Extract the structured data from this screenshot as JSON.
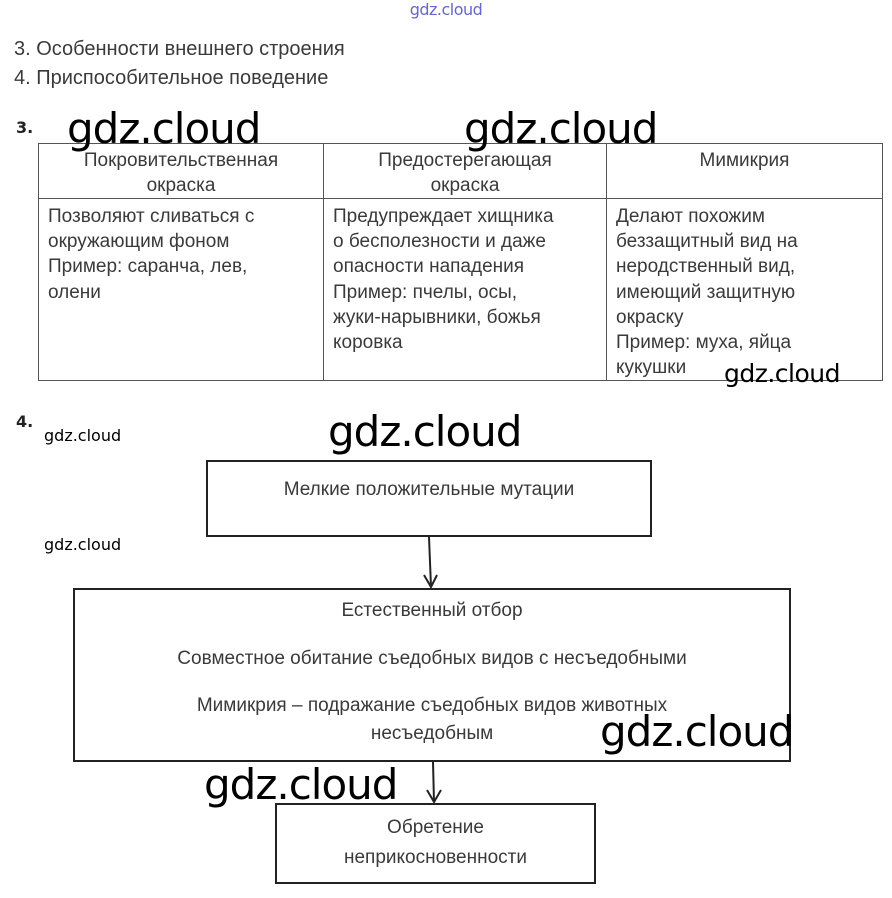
{
  "watermark": {
    "header": "gdz.cloud",
    "text": "gdz.cloud"
  },
  "intro_list": [
    "3. Особенности внешнего строения",
    "4. Приспособительное поведение"
  ],
  "section3": {
    "number": "3.",
    "table": {
      "headers": [
        [
          "Покровительственная",
          "окраска"
        ],
        [
          "Предостерегающая",
          "окраска"
        ],
        [
          "Мимикрия"
        ]
      ],
      "cells": [
        [
          "Позволяют сливаться с",
          "окружающим фоном",
          "Пример: саранча, лев,",
          "олени"
        ],
        [
          "Предупреждает хищника",
          "о бесполезности и даже",
          "опасности нападения",
          "Пример: пчелы, осы,",
          "жуки-нарывники, божья",
          "коровка"
        ],
        [
          "Делают похожим",
          "беззащитный вид на",
          "неродственный вид,",
          "имеющий защитную",
          "окраску",
          "Пример: муха, яйца",
          "кукушки"
        ]
      ]
    }
  },
  "section4": {
    "number": "4.",
    "boxes": {
      "mutations": "Мелкие положительные мутации",
      "selection_title": "Естественный отбор",
      "selection_line1": "Совместное обитание съедобных видов с несъедобными",
      "selection_line2a": "Мимикрия – подражание съедобных видов животных",
      "selection_line2b": "несъедобным",
      "result_a": "Обретение",
      "result_b": "неприкосновенности"
    }
  }
}
